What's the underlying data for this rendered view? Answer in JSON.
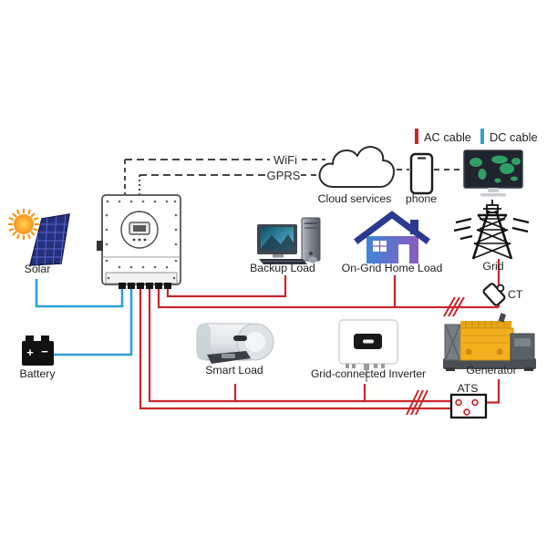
{
  "legend": {
    "ac_cable": {
      "label": "AC cable",
      "color": "#c9252c"
    },
    "dc_cable": {
      "label": "DC cable",
      "color": "#2f9fd8"
    }
  },
  "communication": {
    "wifi": "WiFi",
    "gprs": "GPRS",
    "cloud": "Cloud services",
    "phone": "phone"
  },
  "nodes": {
    "solar": "Solar",
    "battery": "Battery",
    "battery_plus": "+",
    "battery_minus": "−",
    "backup_load": "Backup Load",
    "ongrid_home_load": "On-Grid Home Load",
    "grid": "Grid",
    "ct": "CT",
    "smart_load": "Smart Load",
    "grid_connected_inverter": "Grid-connected Inverter",
    "generator": "Generator",
    "ats": "ATS"
  },
  "colors": {
    "ac_line": "#c9252c",
    "dc_line": "#2f9fd8",
    "comm_line": "#2b2b2b",
    "house_roof": "#2b3990",
    "house_body_left": "#3f86d8",
    "house_body_right": "#8a5bbf",
    "generator_body": "#f2b01e",
    "monitor_map_green": "#2fa065"
  }
}
